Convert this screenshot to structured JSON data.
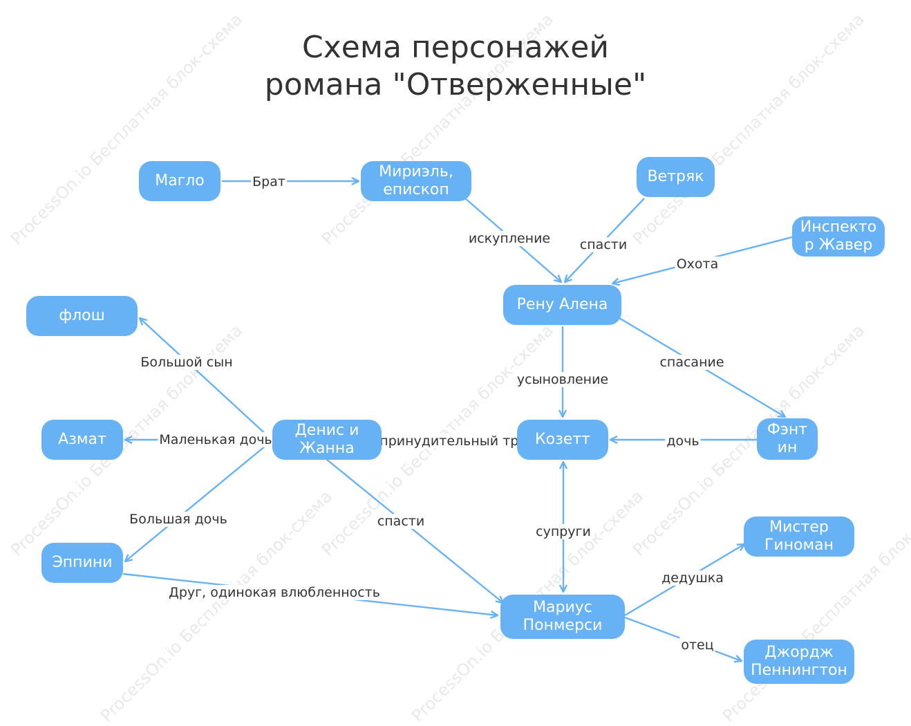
{
  "watermark": "ProcessOn.io Бесплатная блок-схема",
  "title": {
    "line1": "Схема персонажей",
    "line2": "романа \"Отверженные\""
  },
  "colors": {
    "node": "#66b2f5",
    "edge": "#66b2f5",
    "text": "#333333"
  },
  "nodes": [
    {
      "id": "maglo",
      "label": "Магло"
    },
    {
      "id": "myriel",
      "label": "Мириэль,\nепископ"
    },
    {
      "id": "vetryak",
      "label": "Ветряк"
    },
    {
      "id": "javert",
      "label": "Инспекто\nр Жавер"
    },
    {
      "id": "renu",
      "label": "Рену Алена"
    },
    {
      "id": "flosh",
      "label": "флош"
    },
    {
      "id": "azmat",
      "label": "Азмат"
    },
    {
      "id": "denis",
      "label": "Денис и\nЖанна"
    },
    {
      "id": "cosette",
      "label": "Козетт"
    },
    {
      "id": "fantine",
      "label": "Фэнт\nин"
    },
    {
      "id": "eppini",
      "label": "Эппини"
    },
    {
      "id": "gino",
      "label": "Мистер\nГиноман"
    },
    {
      "id": "marius",
      "label": "Мариус\nПонмерси"
    },
    {
      "id": "george",
      "label": "Джордж\nПеннингтон"
    }
  ],
  "edges": [
    {
      "from": "maglo",
      "to": "myriel",
      "label": "Брат"
    },
    {
      "from": "myriel",
      "to": "renu",
      "label": "искупление"
    },
    {
      "from": "vetryak",
      "to": "renu",
      "label": "спасти"
    },
    {
      "from": "javert",
      "to": "renu",
      "label": "Охота"
    },
    {
      "from": "renu",
      "to": "cosette",
      "label": "усыновление"
    },
    {
      "from": "renu",
      "to": "fantine",
      "label": "спасание"
    },
    {
      "from": "fantine",
      "to": "cosette",
      "label": "дочь"
    },
    {
      "from": "denis",
      "to": "cosette",
      "label": "принудительный труд"
    },
    {
      "from": "denis",
      "to": "flosh",
      "label": "Большой сын"
    },
    {
      "from": "denis",
      "to": "azmat",
      "label": "Маленькая дочь"
    },
    {
      "from": "denis",
      "to": "eppini",
      "label": "Большая дочь"
    },
    {
      "from": "denis",
      "to": "marius",
      "label": "спасти"
    },
    {
      "from": "eppini",
      "to": "marius",
      "label": "Друг, одинокая влюбленность"
    },
    {
      "from": "cosette",
      "to": "marius",
      "label": "супруги",
      "bidirectional": true
    },
    {
      "from": "marius",
      "to": "gino",
      "label": "дедушка"
    },
    {
      "from": "marius",
      "to": "george",
      "label": "отец"
    }
  ]
}
